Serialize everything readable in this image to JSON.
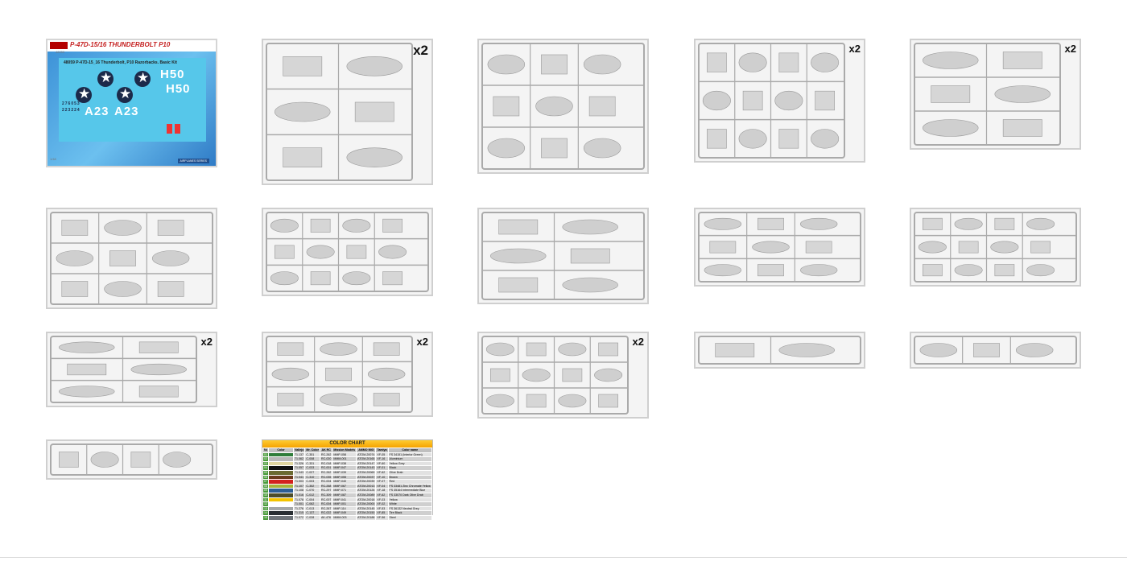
{
  "box": {
    "title": "P-47D-15/16 THUNDERBOLT P10",
    "code": "48059",
    "kit_name": "48059 P-47D-15_16 Thunderbolt, P10 Razorbacks. Basic Kit",
    "markings": [
      "H50",
      "H50",
      "A23",
      "A23",
      "276053",
      "223224"
    ],
    "series": "AIRPLANES SERIES",
    "scale": "1/48"
  },
  "gallery": [
    {
      "multiplier": "x2"
    },
    {
      "multiplier": ""
    },
    {
      "multiplier": "x2"
    },
    {
      "multiplier": "x2"
    },
    {
      "multiplier": ""
    },
    {
      "multiplier": ""
    },
    {
      "multiplier": ""
    },
    {
      "multiplier": ""
    },
    {
      "multiplier": ""
    },
    {
      "multiplier": "x2"
    },
    {
      "multiplier": "x2"
    },
    {
      "multiplier": "x2"
    },
    {
      "multiplier": ""
    },
    {
      "multiplier": ""
    },
    {
      "multiplier": ""
    }
  ],
  "color_chart": {
    "title": "COLOR CHART",
    "headers": [
      "№",
      "Color",
      "Vallejo",
      "Mr. Color",
      "AK RC",
      "Mission Models",
      "AMMO MIG",
      "Tamiya",
      "Color name"
    ],
    "rows": [
      {
        "no": "01",
        "swatch": "#2f7d3a",
        "vallejo": "71.137",
        "mr": "C-351",
        "ak": "RC-262",
        "mm": "MMP-058",
        "ammo": "ATOM-20074",
        "tamiya": "XF-05",
        "name": "FS 34151 (Interior Green)"
      },
      {
        "no": "02",
        "swatch": "#b8b8b8",
        "vallejo": "71.062",
        "mr": "C-008",
        "ak": "RC-020",
        "mm": "MMM-001",
        "ammo": "ATOM-20165",
        "tamiya": "XF-16",
        "name": "Aluminium"
      },
      {
        "no": "03",
        "swatch": "#e0d6a0",
        "vallejo": "71.326",
        "mr": "C-331",
        "ak": "RC-018",
        "mm": "MMP-038",
        "ammo": "ATOM-20147",
        "tamiya": "XF-60",
        "name": "Yellow Grey"
      },
      {
        "no": "04",
        "swatch": "#111111",
        "vallejo": "71.057",
        "mr": "C-033",
        "ak": "RC-001",
        "mm": "MMP-047",
        "ammo": "ATOM-20143",
        "tamiya": "XF-01",
        "name": "Black"
      },
      {
        "no": "05",
        "swatch": "#6b6a32",
        "vallejo": "71.043",
        "mr": "C-027",
        "ak": "RC-262",
        "mm": "MMP-039",
        "ammo": "ATOM-20069",
        "tamiya": "XF-62",
        "name": "Olive Drab"
      },
      {
        "no": "06",
        "swatch": "#6b3b1e",
        "vallejo": "71.041",
        "mr": "C-310",
        "ak": "RC-035",
        "mm": "MMP-055",
        "ammo": "ATOM-20037",
        "tamiya": "XF-10",
        "name": "Brown"
      },
      {
        "no": "07",
        "swatch": "#d3221e",
        "vallejo": "71.003",
        "mr": "C-003",
        "ak": "RC-004",
        "mm": "MMP-040",
        "ammo": "ATOM-20039",
        "tamiya": "XF-07",
        "name": "Red"
      },
      {
        "no": "08",
        "swatch": "#a8b43a",
        "vallejo": "71.107",
        "mr": "C-352",
        "ak": "RC-268",
        "mm": "MMP-067",
        "ammo": "ATOM-20013",
        "tamiya": "XF-04",
        "name": "FS 33481 Zinc Chromate Yellow"
      },
      {
        "no": "09",
        "swatch": "#2d5e93",
        "vallejo": "71.108",
        "mr": "C-070",
        "ak": "RC-297",
        "mm": "MMP-071",
        "ammo": "ATOM-20126",
        "tamiya": "XF-18",
        "name": "FS 35164 Intermediate Blue"
      },
      {
        "no": "10",
        "swatch": "#4c4d2a",
        "vallejo": "71.016",
        "mr": "C-012",
        "ak": "RC-309",
        "mm": "MMP-087",
        "ammo": "ATOM-20089",
        "tamiya": "XF-62",
        "name": "FS 33070 Dark Olive Drab"
      },
      {
        "no": "11",
        "swatch": "#f4c400",
        "vallejo": "71.078",
        "mr": "C-004",
        "ak": "RC-007",
        "mm": "MMP-041",
        "ammo": "ATOM-20018",
        "tamiya": "XF-03",
        "name": "Yellow"
      },
      {
        "no": "12",
        "swatch": "#ffffff",
        "vallejo": "71.001",
        "mr": "C-062",
        "ak": "RC-004",
        "mm": "MMP-001",
        "ammo": "ATOM-20000",
        "tamiya": "XF-02",
        "name": "White"
      },
      {
        "no": "13",
        "swatch": "#a4a7a8",
        "vallejo": "71.276",
        "mr": "C-013",
        "ak": "RC-267",
        "mm": "MMP-114",
        "ammo": "ATOM-20145",
        "tamiya": "XF-53",
        "name": "FS 36132 Neutral Grey"
      },
      {
        "no": "14",
        "swatch": "#2a2f33",
        "vallejo": "71.315",
        "mr": "C-137",
        "ak": "RC-022",
        "mm": "MMP-049",
        "ammo": "ATOM-20150",
        "tamiya": "XF-85",
        "name": "Tire Black"
      },
      {
        "no": "15",
        "swatch": "#6f7479",
        "vallejo": "71.072",
        "mr": "C-028",
        "ak": "AK-476",
        "mm": "MMM-003",
        "ammo": "ATOM-20188",
        "tamiya": "XF-56",
        "name": "Steel"
      }
    ]
  }
}
